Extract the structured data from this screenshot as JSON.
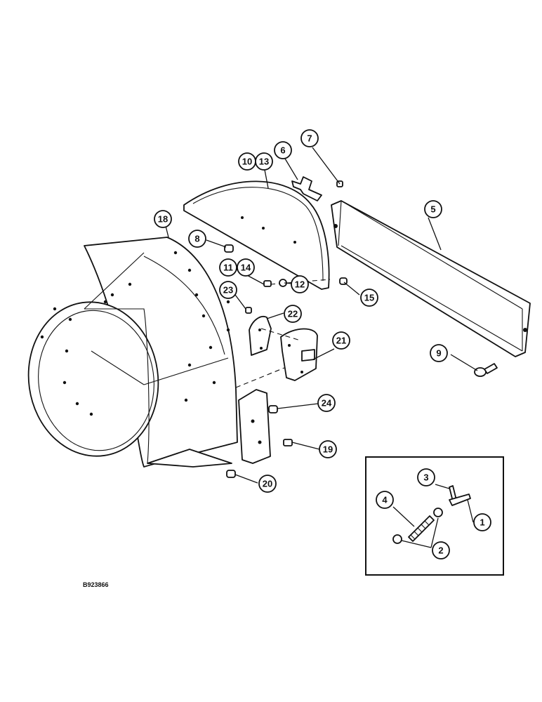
{
  "drawing_id": "B923866",
  "callouts": [
    {
      "label": "1"
    },
    {
      "label": "2"
    },
    {
      "label": "3"
    },
    {
      "label": "4"
    },
    {
      "label": "5"
    },
    {
      "label": "6"
    },
    {
      "label": "7"
    },
    {
      "label": "8"
    },
    {
      "label": "9"
    },
    {
      "label": "10"
    },
    {
      "label": "11"
    },
    {
      "label": "12"
    },
    {
      "label": "13"
    },
    {
      "label": "14"
    },
    {
      "label": "15"
    },
    {
      "label": "18"
    },
    {
      "label": "19"
    },
    {
      "label": "20"
    },
    {
      "label": "21"
    },
    {
      "label": "22"
    },
    {
      "label": "23"
    },
    {
      "label": "24"
    }
  ]
}
